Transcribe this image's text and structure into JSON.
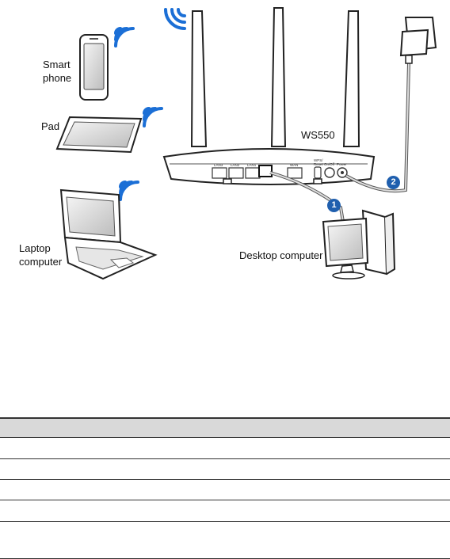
{
  "diagram": {
    "labels": {
      "smartphone": [
        "Smart",
        "phone"
      ],
      "pad": "Pad",
      "laptop": [
        "Laptop",
        "computer"
      ],
      "desktop": "Desktop computer",
      "router_model": "WS550"
    },
    "router_ports": {
      "lan3": "LAN3",
      "lan2": "LAN2",
      "lan1": "LAN1",
      "wan": "WAN",
      "wps_reset": [
        "WPS/",
        "Reset"
      ],
      "on_off": "On/Off",
      "power": "Power"
    },
    "badges": {
      "one": "1",
      "two": "2"
    },
    "colors": {
      "badge": "#1f5fae",
      "wifi": "#1b6fd6"
    }
  },
  "table": {
    "rows": 5
  }
}
